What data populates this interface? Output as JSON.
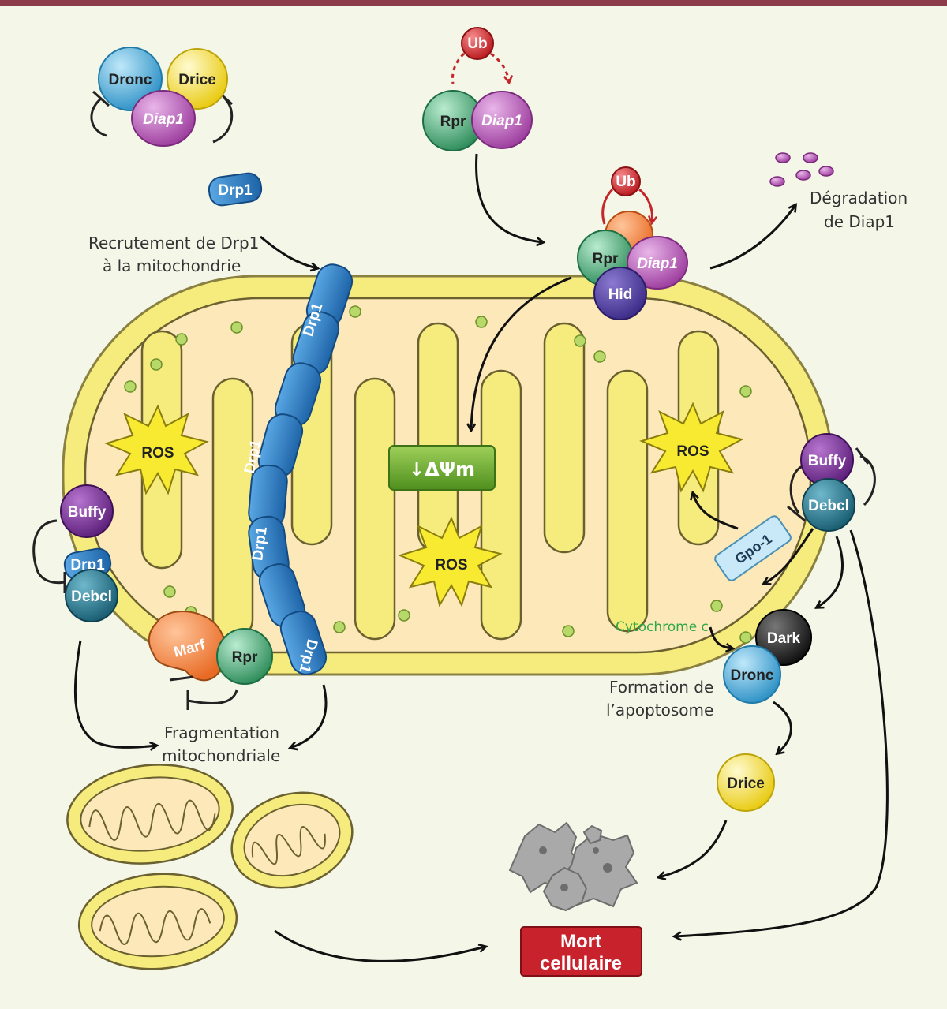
{
  "labels": {
    "recrutement_line1": "Recrutement de Drp1",
    "recrutement_line2": "à la mitochondrie",
    "degradation_line1": "Dégradation",
    "degradation_line2": "de Diap1",
    "fragmentation_line1": "Fragmentation",
    "fragmentation_line2": "mitochondriale",
    "apoptosome_line1": "Formation de",
    "apoptosome_line2": "l’apoptosome",
    "cytochrome": "Cytochrome c",
    "mort_line1": "Mort",
    "mort_line2": "cellulaire",
    "potential": "↓ΔΨm"
  },
  "proteins": {
    "dronc": "Dronc",
    "drice": "Drice",
    "diap1": "Diap1",
    "drp1": "Drp1",
    "rpr": "Rpr",
    "ub": "Ub",
    "hid": "Hid",
    "buffy": "Buffy",
    "debcl": "Debcl",
    "marf": "Marf",
    "gpo1": "Gpo-1",
    "dark": "Dark",
    "ros": "ROS"
  },
  "colors": {
    "dronc": "#3fa9d8",
    "drice": "#f3e02a",
    "diap1": "#b24fb0",
    "drp1": "#2f7fc4",
    "rpr": "#3aa86b",
    "ub": "#d6262a",
    "hid": "#4b3a99",
    "buffy": "#6d2a8c",
    "debcl": "#1d6f86",
    "marf": "#e07b46",
    "gpo1": "#bfe3f5",
    "dark": "#1a1a1a",
    "mort": "#c8232c",
    "potential": "#6dab2e",
    "mito_outer": "#f7ee86",
    "mito_inner": "#fbe3b0"
  }
}
